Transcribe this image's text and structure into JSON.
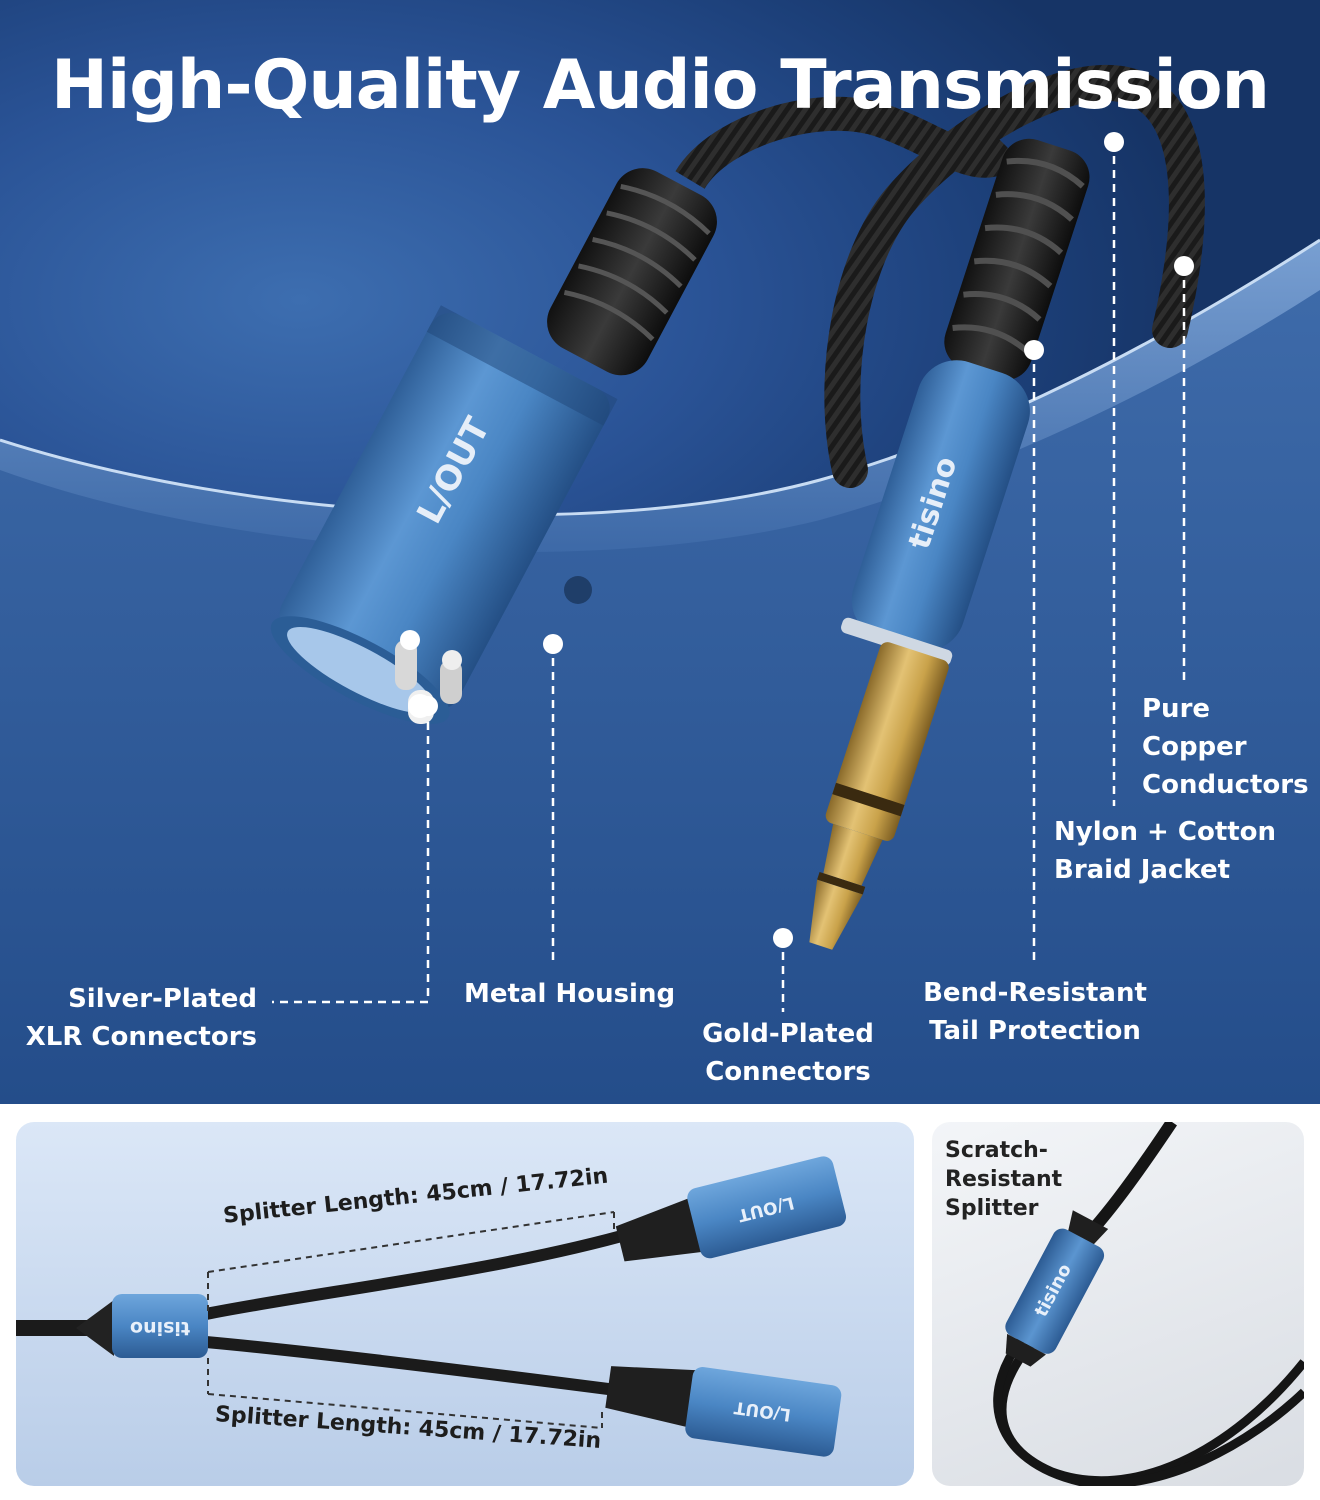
{
  "title": "High-Quality Audio Transmission",
  "brand": "tisino",
  "connector_mark": "L/OUT",
  "callouts": {
    "silver_plated": [
      "Silver-Plated",
      "XLR Connectors"
    ],
    "metal_housing": "Metal Housing",
    "gold_plated": [
      "Gold-Plated",
      "Connectors"
    ],
    "bend_resistant": [
      "Bend-Resistant",
      "Tail Protection"
    ],
    "braid_jacket": [
      "Nylon + Cotton",
      "Braid Jacket"
    ],
    "copper": [
      "Pure",
      "Copper",
      "Conductors"
    ]
  },
  "splitter": {
    "top_length": "Splitter Length: 45cm / 17.72in",
    "bottom_length": "Splitter Length: 45cm / 17.72in"
  },
  "scratch_label": [
    "Scratch-",
    "Resistant",
    "Splitter"
  ],
  "colors": {
    "bg_dark": "#1c3f78",
    "connector_blue": "#4a86c4",
    "gold": "#c9a24a",
    "white": "#ffffff"
  }
}
